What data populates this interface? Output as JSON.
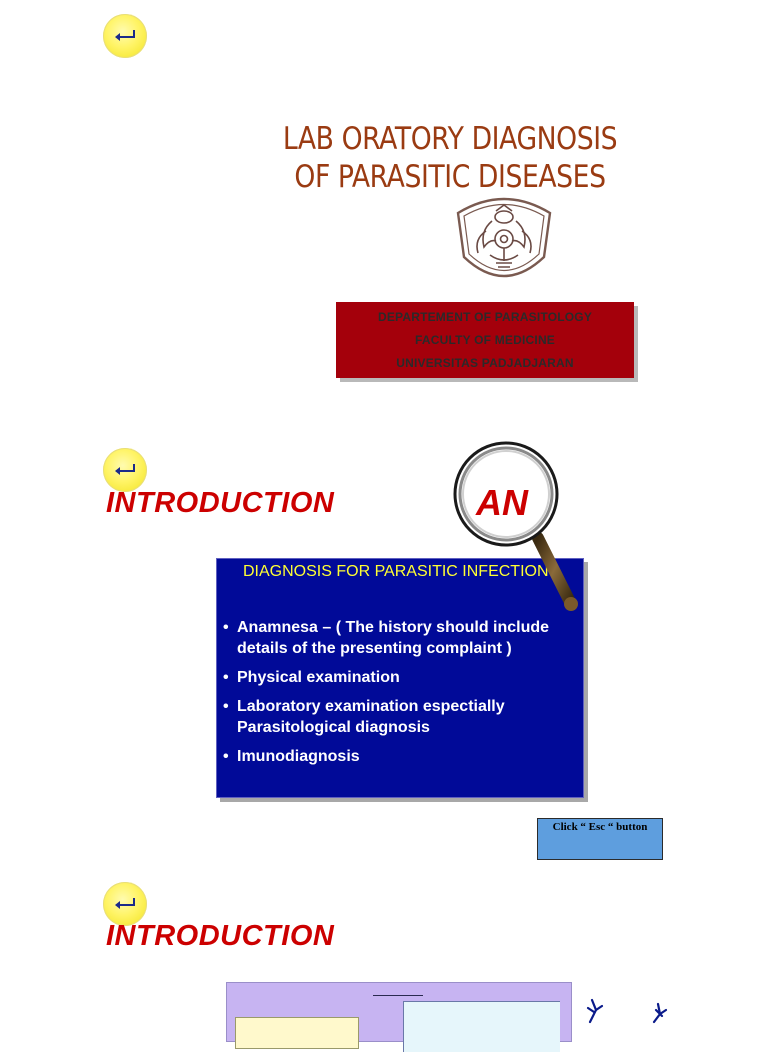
{
  "slide1": {
    "title_line1": "LAB ORATORY  DIAGNOSIS",
    "title_line2": "OF PARASITIC  DISEASES",
    "dept_line1": "DEPARTEMENT OF PARASITOLOGY",
    "dept_line2": "FACULTY  OF  MEDICINE",
    "dept_line3": "UNIVERSITAS  PADJADJARAN"
  },
  "slide2": {
    "heading": "INTRODUCTION",
    "magnifier_text": "AN",
    "panel_title": "DIAGNOSIS  FOR  PARASITIC  INFECTION",
    "bullet_char": "•",
    "items": [
      "Anamnesa – ( The history should include details of the presenting complaint )",
      "Physical examination",
      "Laboratory examination espectially Parasitological diagnosis",
      "Imunodiagnosis"
    ],
    "esc_hint": "Click “ Esc “  button"
  },
  "slide3": {
    "heading": "INTRODUCTION"
  },
  "icons": {
    "back": "return-arrow-icon",
    "seal": "university-seal-icon",
    "magnifier": "magnifying-glass-icon"
  },
  "colors": {
    "title": "#9a3b12",
    "dept_box": "#a4000b",
    "heading": "#cc0000",
    "panel_bg": "#010a98",
    "panel_title": "#ffff33",
    "esc_box": "#5e9ede",
    "button": "#fff466"
  }
}
